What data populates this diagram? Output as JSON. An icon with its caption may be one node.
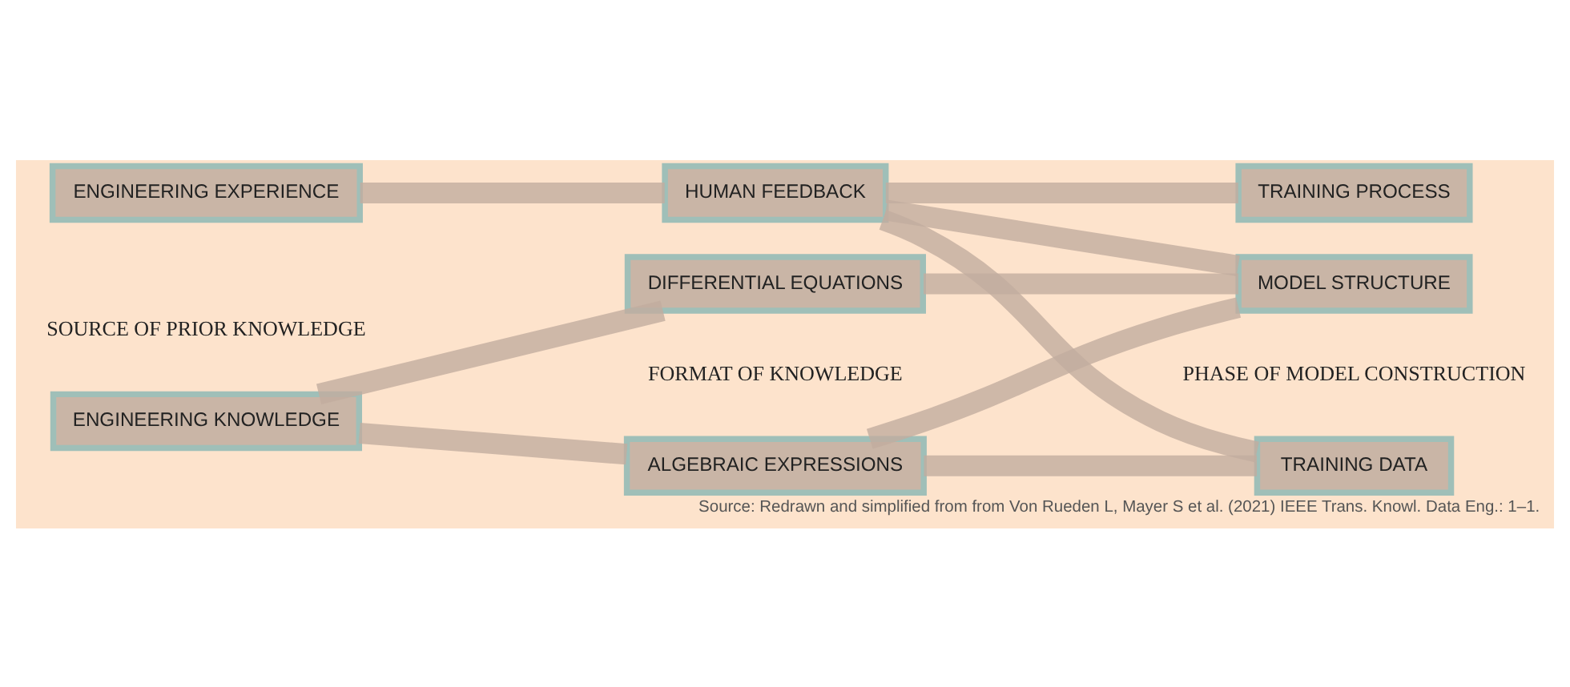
{
  "diagram": {
    "caption": "Source: Redrawn and simplified from from Von Rueden L, Mayer S et al. (2021) IEEE Trans. Knowl. Data Eng.: 1–1.",
    "nodes": [
      {
        "text": [
          "ENGINEERING KNOWLEDGE"
        ]
      },
      {
        "text": [
          "ENGINEERING EXPERIENCE"
        ]
      },
      {
        "text": [
          "ALGEBRAIC EXPRESSIONS"
        ]
      },
      {
        "text": [
          "DIFFERENTIAL EQUATIONS"
        ]
      },
      {
        "text": [
          "HUMAN FEEDBACK"
        ]
      },
      {
        "text": [
          "TRAINING DATA"
        ]
      },
      {
        "text": [
          "MODEL STRUCTURE"
        ]
      },
      {
        "text": [
          "TRAINING PROCESS"
        ]
      }
    ],
    "edges": [
      {
        "from": 0,
        "to": 2,
        "arrow": "none"
      },
      {
        "from": 0,
        "to": 3,
        "arrow": "none"
      },
      {
        "from": 1,
        "to": 4,
        "arrow": "none"
      },
      {
        "from": 2,
        "to": 5,
        "arrow": "none"
      },
      {
        "from": 2,
        "to": 6,
        "arrow": "none"
      },
      {
        "from": 3,
        "to": 6,
        "arrow": "none"
      },
      {
        "from": 4,
        "to": 5,
        "arrow": "none"
      },
      {
        "from": 4,
        "to": 6,
        "arrow": "none"
      },
      {
        "from": 4,
        "to": 7,
        "arrow": "none"
      }
    ],
    "labels": [
      "SOURCE OF PRIOR KNOWLEDGE",
      "FORMAT OF KNOWLEDGE",
      "PHASE OF MODEL CONSTRUCTION"
    ]
  }
}
